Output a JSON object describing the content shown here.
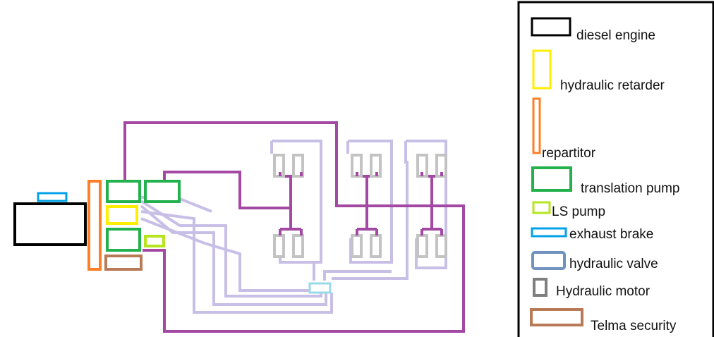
{
  "legend": {
    "items": [
      {
        "label": "diesel engine",
        "color": "#000000",
        "icon": "diesel-engine-swatch"
      },
      {
        "label": "hydraulic retarder",
        "color": "#ffee00",
        "icon": "hydraulic-retarder-swatch"
      },
      {
        "label": "repartitor",
        "color": "#ff7f27",
        "icon": "repartitor-swatch"
      },
      {
        "label": "translation pump",
        "color": "#22b14c",
        "icon": "translation-pump-swatch"
      },
      {
        "label": "LS pump",
        "color": "#b5e61d",
        "icon": "ls-pump-swatch"
      },
      {
        "label": "exhaust brake",
        "color": "#00a2e8",
        "icon": "exhaust-brake-swatch"
      },
      {
        "label": "hydraulic valve",
        "color": "#7092be",
        "icon": "hydraulic-valve-swatch"
      },
      {
        "label": "Hydraulic motor",
        "color": "#7f7f7f",
        "icon": "hydraulic-motor-swatch"
      },
      {
        "label": "Telma security",
        "color": "#b97a57",
        "icon": "telma-security-swatch"
      }
    ]
  },
  "colors": {
    "main_line": "#a349a4",
    "return_line": "#c8bfe7",
    "motor": "#c3c3c3",
    "valve": "#99d9ea"
  }
}
